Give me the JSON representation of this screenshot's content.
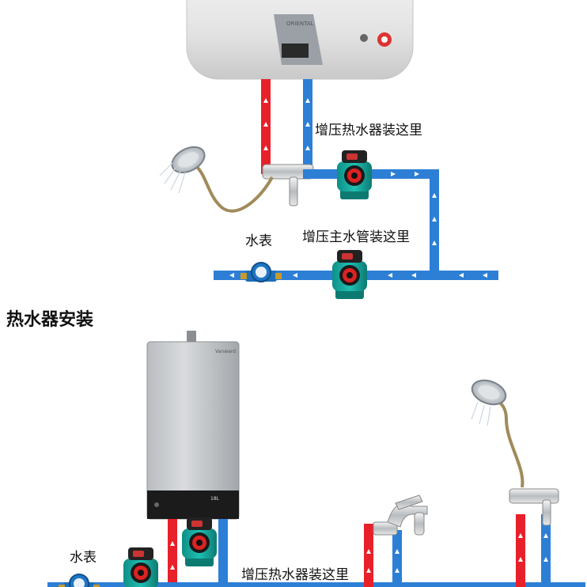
{
  "labels": {
    "top_booster_heater": "增压热水器装这里",
    "top_water_meter": "水表",
    "top_booster_main": "增压主水管装这里",
    "section_title": "热水器安装",
    "bottom_water_meter": "水表",
    "bottom_booster_heater": "增压热水器装这里"
  },
  "pipe_colors": {
    "hot": "#e8202a",
    "cold": "#2d7fd6",
    "arrow": "#ffffff"
  },
  "icons": {
    "tank_heater": "electric-water-heater-icon",
    "gas_heater": "gas-water-heater-icon",
    "pump": "booster-pump-icon",
    "meter": "water-meter-icon",
    "shower": "shower-head-icon",
    "faucet": "faucet-icon",
    "mixer": "mixing-valve-icon"
  }
}
